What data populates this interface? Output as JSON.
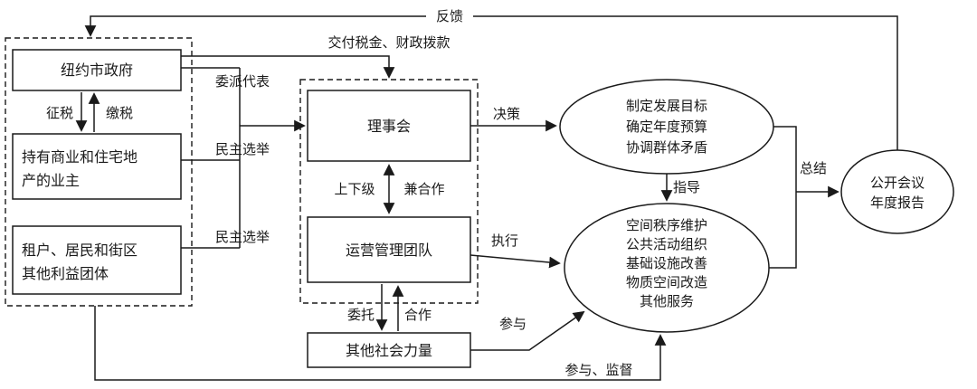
{
  "diagram_title": "BID governance structure flow diagram",
  "left_group": {
    "nyc_gov": "纽约市政府",
    "owners_line1": "持有商业和住宅地",
    "owners_line2": "产的业主",
    "tenants_line1": "租户、居民和街区",
    "tenants_line2": "其他利益团体",
    "tax_down": "征税",
    "tax_up": "缴税"
  },
  "mid_group": {
    "board": "理事会",
    "ops_team": "运营管理团队",
    "relation_left": "上下级",
    "relation_right": "兼合作",
    "entrust": "委托",
    "cooperate": "合作",
    "other_forces": "其他社会力量"
  },
  "edges": {
    "feedback": "反馈",
    "pay_tax_fund": "交付税金、财政拨款",
    "delegate": "委派代表",
    "elect1": "民主选举",
    "elect2": "民主选举",
    "decide": "决策",
    "execute": "执行",
    "guide": "指导",
    "join": "参与",
    "join_supervise": "参与、监督",
    "summary": "总结"
  },
  "ellipses": {
    "goals": [
      "制定发展目标",
      "确定年度预算",
      "协调群体矛盾"
    ],
    "services": [
      "空间秩序维护",
      "公共活动组织",
      "基础设施改善",
      "物质空间改造",
      "其他服务"
    ],
    "report": [
      "公开会议",
      "年度报告"
    ]
  },
  "colors": {
    "stroke": "#1a1a1a",
    "background": "#ffffff"
  }
}
